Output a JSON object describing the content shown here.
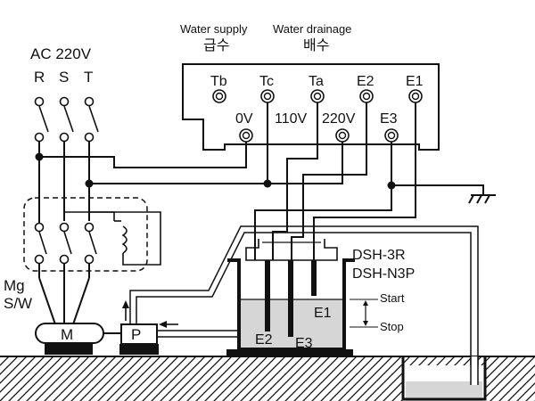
{
  "power": {
    "title": "AC 220V",
    "phases": [
      "R",
      "S",
      "T"
    ]
  },
  "header": {
    "water_supply": "Water supply",
    "water_drainage": "Water drainage",
    "supply_ko": "급수",
    "drainage_ko": "배수"
  },
  "terminals_top": [
    "Tb",
    "Tc",
    "Ta",
    "E2",
    "E1"
  ],
  "terminals_bottom": [
    "0V",
    "110V",
    "220V",
    "E3"
  ],
  "magnetic_switch": {
    "label_line1": "Mg",
    "label_line2": "S/W"
  },
  "motor": {
    "label": "M"
  },
  "pump": {
    "label": "P"
  },
  "tank": {
    "model_line1": "DSH-3R",
    "model_line2": "DSH-N3P",
    "start_label": "Start",
    "stop_label": "Stop",
    "electrodes": [
      "E1",
      "E2",
      "E3"
    ]
  },
  "colors": {
    "line": "#111111",
    "water": "#d6d6d6",
    "background": "#ffffff"
  }
}
